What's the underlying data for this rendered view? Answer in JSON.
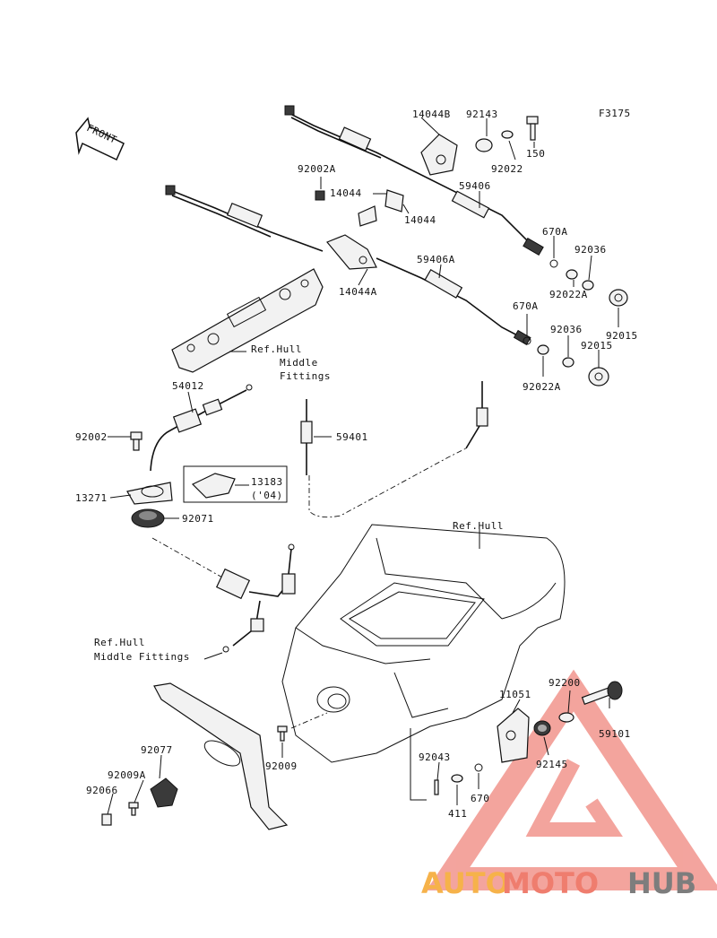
{
  "figure_code": "F3175",
  "front_arrow": "FRONT",
  "part_labels": [
    {
      "id": "14044B",
      "text": "14044B"
    },
    {
      "id": "92143",
      "text": "92143"
    },
    {
      "id": "150",
      "text": "150"
    },
    {
      "id": "92022_top",
      "text": "92022"
    },
    {
      "id": "92002A",
      "text": "92002A"
    },
    {
      "id": "14044_a",
      "text": "14044"
    },
    {
      "id": "14044_b",
      "text": "14044"
    },
    {
      "id": "59406",
      "text": "59406"
    },
    {
      "id": "670A_top",
      "text": "670A"
    },
    {
      "id": "92036_top",
      "text": "92036"
    },
    {
      "id": "59406A",
      "text": "59406A"
    },
    {
      "id": "14044A",
      "text": "14044A"
    },
    {
      "id": "92022A_top",
      "text": "92022A"
    },
    {
      "id": "670A_mid",
      "text": "670A"
    },
    {
      "id": "92015_top",
      "text": "92015"
    },
    {
      "id": "92036_mid",
      "text": "92036"
    },
    {
      "id": "92015_mid",
      "text": "92015"
    },
    {
      "id": "92022A_bottom",
      "text": "92022A"
    },
    {
      "id": "54012",
      "text": "54012"
    },
    {
      "id": "92002",
      "text": "92002"
    },
    {
      "id": "59401",
      "text": "59401"
    },
    {
      "id": "13183",
      "text": "13183"
    },
    {
      "id": "13183_year",
      "text": "('04)"
    },
    {
      "id": "13271",
      "text": "13271"
    },
    {
      "id": "92071",
      "text": "92071"
    },
    {
      "id": "92200",
      "text": "92200"
    },
    {
      "id": "11051",
      "text": "11051"
    },
    {
      "id": "59101",
      "text": "59101"
    },
    {
      "id": "92145",
      "text": "92145"
    },
    {
      "id": "92077",
      "text": "92077"
    },
    {
      "id": "92009A",
      "text": "92009A"
    },
    {
      "id": "92066",
      "text": "92066"
    },
    {
      "id": "92009",
      "text": "92009"
    },
    {
      "id": "92043",
      "text": "92043"
    },
    {
      "id": "411",
      "text": "411"
    },
    {
      "id": "670",
      "text": "670"
    }
  ],
  "reference_labels": {
    "ref_hull_mid_1": "Ref.Hull",
    "ref_hull_mid_2": "Middle",
    "ref_hull_mid_3": "Fittings",
    "ref_hull": "Ref.Hull",
    "ref_hull_lower_1": "Ref.Hull",
    "ref_hull_lower_2": "Middle Fittings"
  },
  "watermark": {
    "part1": "AUTO",
    "part2": "MOTO",
    "part3": "HUB",
    "colors": {
      "auto": "#f6b24a",
      "moto": "#ef7d6e",
      "hub": "#7d7d7d",
      "logo": "#ea5a4e"
    }
  }
}
